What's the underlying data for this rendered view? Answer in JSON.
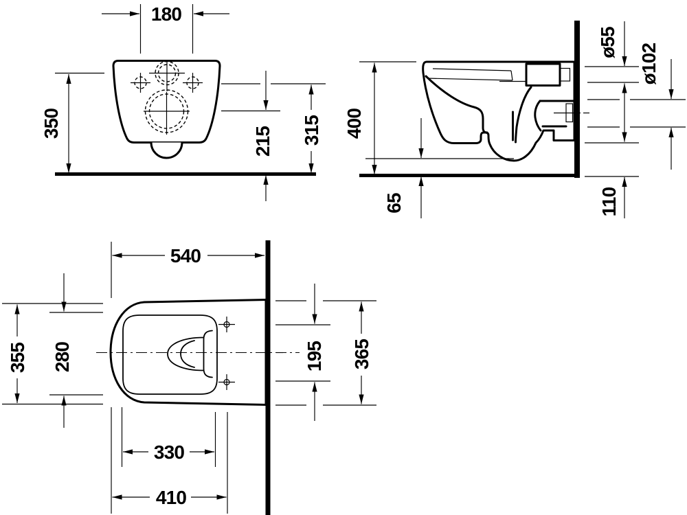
{
  "drawing_title": "Wall-hung toilet dimensional drawing, three orthographic views",
  "units": "mm",
  "views": {
    "front": {
      "fixing_hole_spacing": "180",
      "inlet_center_height": "350",
      "outlet_center_height": "215",
      "fixing_hole_height": "315"
    },
    "side": {
      "overall_height": "400",
      "underside_clearance": "65",
      "inlet_diameter": "ø55",
      "outlet_diameter": "ø102",
      "outlet_base_height": "110"
    },
    "plan": {
      "overall_depth": "540",
      "body_width": "355",
      "inner_width": "280",
      "fixing_hole_spacing": "195",
      "rear_width": "365",
      "inner_rim_depth": "330",
      "front_to_fixing_holes": "410"
    }
  },
  "colors": {
    "line": "#000000",
    "background": "#ffffff"
  }
}
